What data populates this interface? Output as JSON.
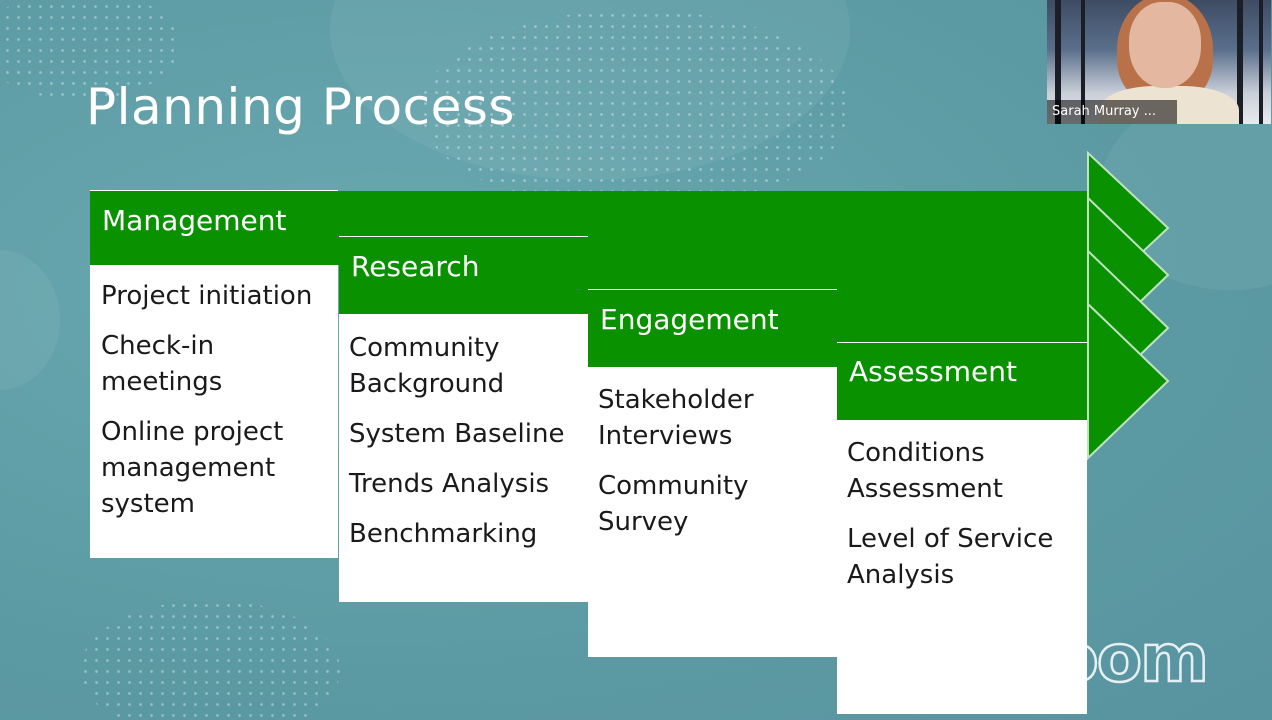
{
  "slide": {
    "title": "Planning Process",
    "stages": [
      {
        "label": "Management",
        "items": [
          "Project initiation",
          "Check-in meetings",
          "Online project management system"
        ]
      },
      {
        "label": "Research",
        "items": [
          "Community Background",
          "System Baseline",
          "Trends Analysis",
          "Benchmarking"
        ]
      },
      {
        "label": "Engagement",
        "items": [
          "Stakeholder Interviews",
          "Community Survey"
        ]
      },
      {
        "label": "Assessment",
        "items": [
          "Conditions Assessment",
          "Level of Service Analysis"
        ]
      }
    ]
  },
  "video": {
    "participant_name": "Sarah Murray ..."
  },
  "watermark": "zoom",
  "colors": {
    "accent_green": "#0a9100",
    "background": "#5f9ea6"
  }
}
